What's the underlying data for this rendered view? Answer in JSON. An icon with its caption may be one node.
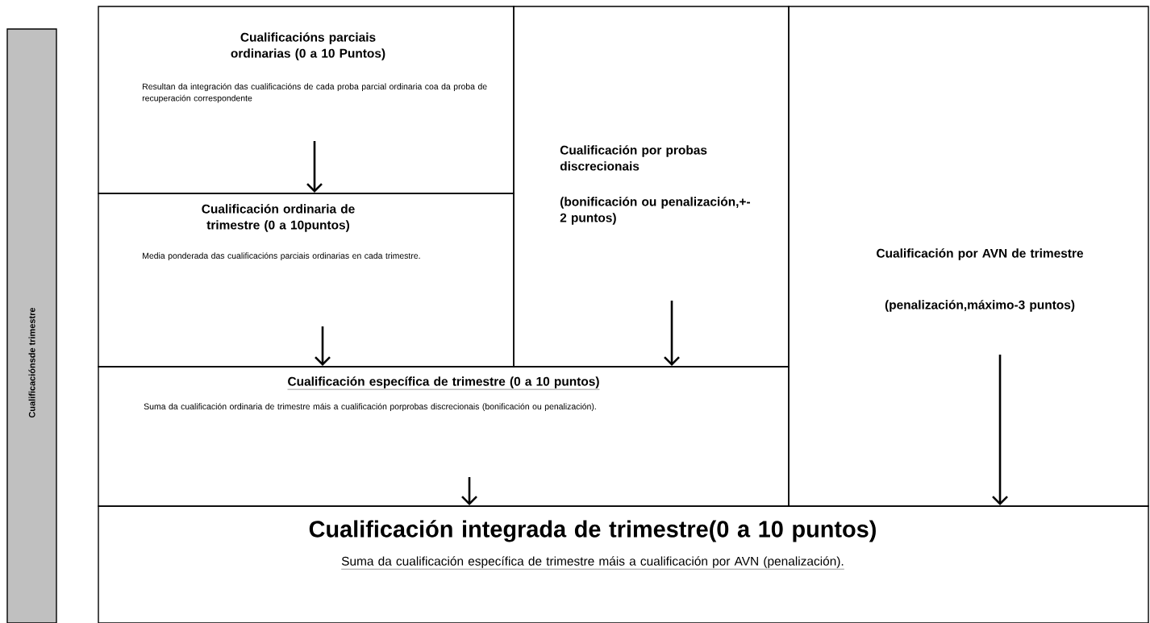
{
  "diagram": {
    "nodes": [
      {
        "text": [
          "Cualificaciónsde trimestre"
        ]
      },
      {
        "text": [
          "Cualificacións parciais ordinarias (0 a 10 Puntos)",
          "Resultan da integración das cualificacións de cada proba parcial ordinaria coa da proba de recuperación correspondente"
        ]
      },
      {
        "text": [
          "Cualificación ordinaria de trimestre (0 a 10puntos)",
          "Media ponderada das cualificacións parciais ordinarias en cada trimestre."
        ]
      },
      {
        "text": [
          "Cualificación por probas discrecionais",
          "(bonificación ou penalización,+-2 puntos)"
        ]
      },
      {
        "text": [
          "Cualificación por AVN de trimestre",
          "(penalización,máximo-3 puntos)"
        ]
      },
      {
        "text": [
          "Cualificación específica de trimestre (0 a 10 puntos)",
          "Suma da cualificación ordinaria de trimestre máis a cualificación porprobas discrecionais (bonificación ou penalización)."
        ]
      },
      {
        "text": [
          "Cualificación integrada de trimestre(0 a 10 puntos)",
          "Suma da cualificación específica de trimestre máis a cualificación por AVN (penalización)."
        ]
      }
    ],
    "edges": [
      {
        "from": 1,
        "to": 2,
        "arrow": "to"
      },
      {
        "from": 2,
        "to": 5,
        "arrow": "to"
      },
      {
        "from": 3,
        "to": 5,
        "arrow": "to"
      },
      {
        "from": 5,
        "to": 6,
        "arrow": "to"
      },
      {
        "from": 4,
        "to": 6,
        "arrow": "to"
      }
    ]
  }
}
